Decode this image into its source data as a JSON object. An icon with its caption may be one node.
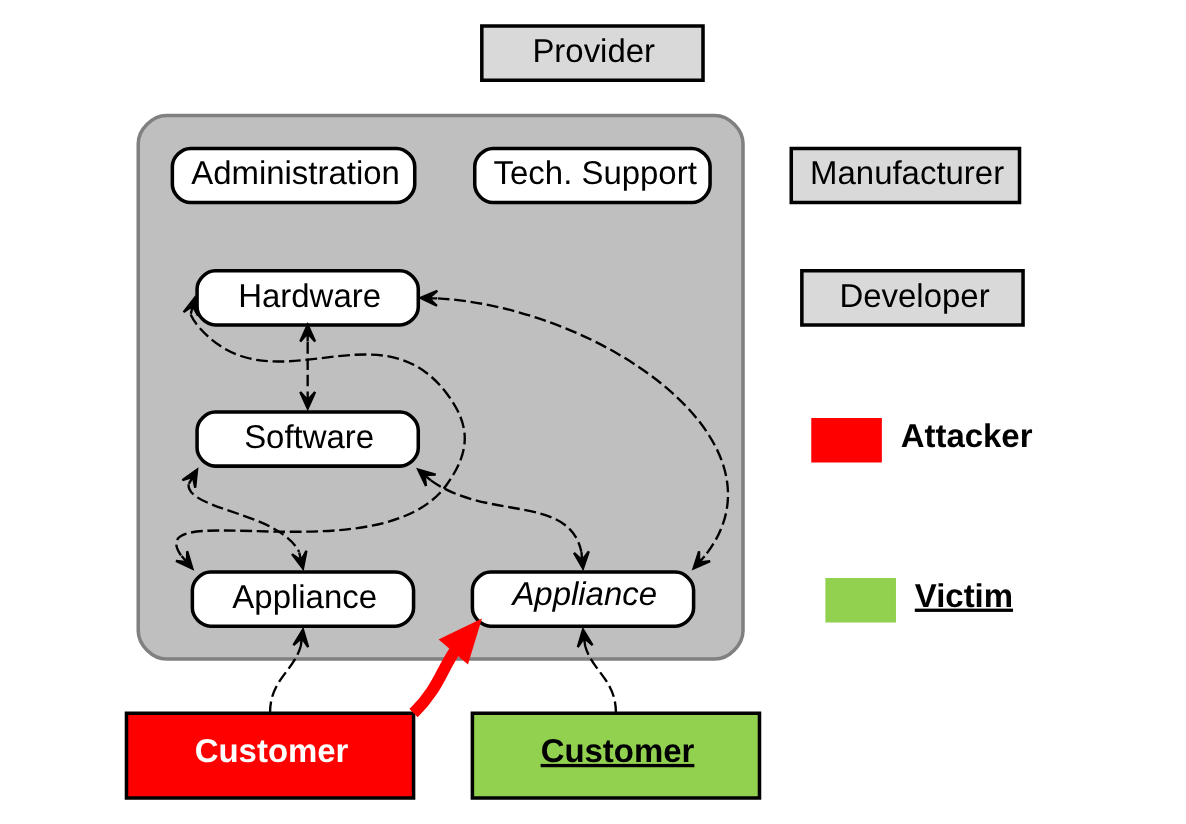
{
  "diagram": {
    "nodes": [
      {
        "text": [
          "Provider"
        ]
      },
      {
        "text": [],
        "shape": "cloud"
      },
      {
        "text": [
          "Administration"
        ],
        "in": 1
      },
      {
        "text": [
          "Tech. Support"
        ],
        "in": 1
      },
      {
        "text": [
          "Hardware"
        ],
        "in": 1
      },
      {
        "text": [
          "Software"
        ],
        "in": 1
      },
      {
        "text": [
          "Appliance"
        ],
        "in": 1
      },
      {
        "text": [
          "Appliance"
        ],
        "in": 1
      },
      {
        "text": [
          "Manufacturer"
        ]
      },
      {
        "text": [
          "Developer"
        ]
      },
      {
        "text": [
          "Customer"
        ]
      },
      {
        "text": [
          "Customer"
        ]
      }
    ],
    "edges": [
      {
        "from": 4,
        "to": 5,
        "arrow": "both",
        "style": "dashed"
      },
      {
        "from": 4,
        "to": 6,
        "arrow": "both",
        "style": "dashed"
      },
      {
        "from": 4,
        "to": 7,
        "arrow": "both",
        "style": "dashed"
      },
      {
        "from": 5,
        "to": 6,
        "arrow": "both",
        "style": "dashed"
      },
      {
        "from": 5,
        "to": 7,
        "arrow": "both",
        "style": "dashed"
      },
      {
        "from": 10,
        "to": 6,
        "arrow": "to",
        "style": "dashed"
      },
      {
        "from": 11,
        "to": 7,
        "arrow": "to",
        "style": "dashed"
      },
      {
        "from": 10,
        "to": 7,
        "arrow": "to",
        "style": "thick",
        "color": "#ff0000"
      }
    ],
    "legend": [
      {
        "text": "Attacker",
        "color": "#ff0000"
      },
      {
        "text": "Victim",
        "color": "#92d050"
      }
    ]
  }
}
